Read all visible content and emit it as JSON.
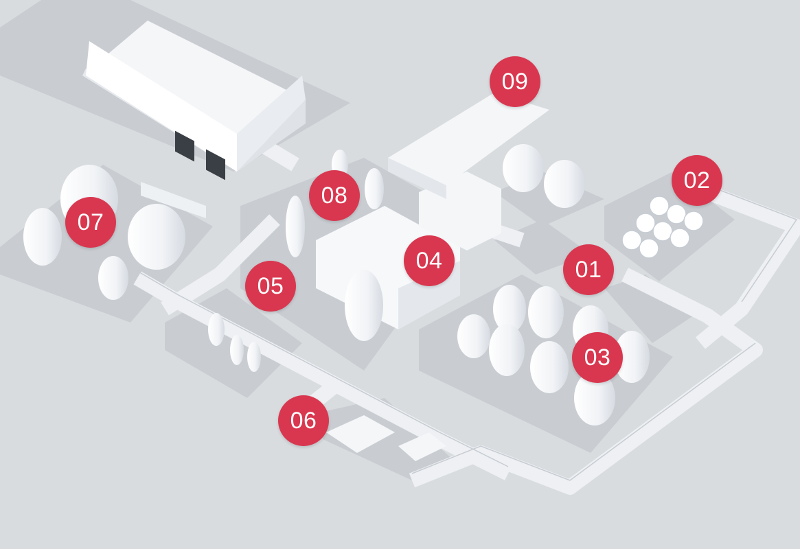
{
  "markers": {
    "m01": "01",
    "m02": "02",
    "m03": "03",
    "m04": "04",
    "m05": "05",
    "m06": "06",
    "m07": "07",
    "m08": "08",
    "m09": "09"
  },
  "colors": {
    "background": "#d9dcdf",
    "marker": "#d9374f",
    "marker_text": "#ffffff",
    "structure": "#f3f4f6",
    "pad": "#c9cdd2"
  }
}
